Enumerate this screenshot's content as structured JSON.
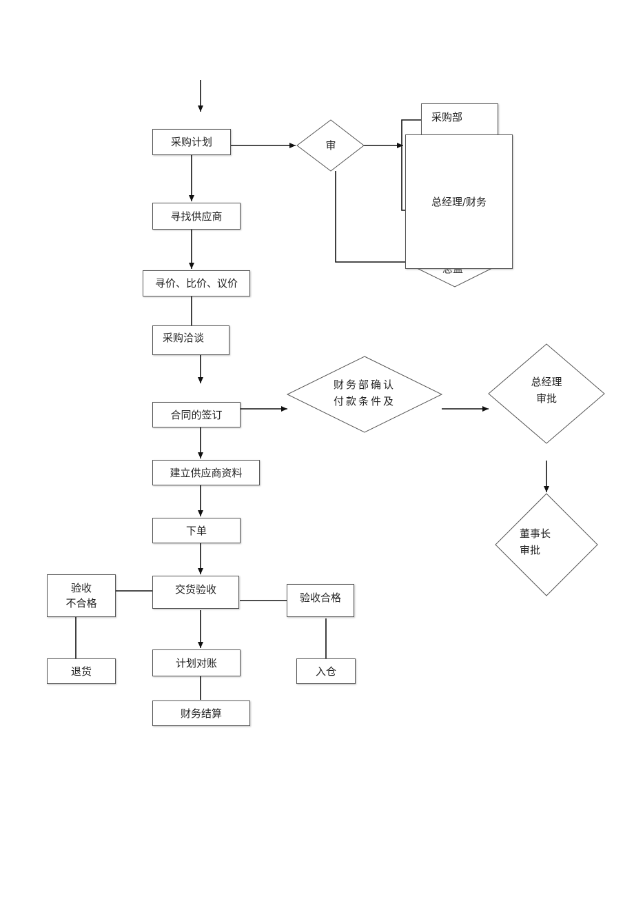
{
  "nodes": {
    "purchase_plan": "采购计划",
    "find_supplier": "寻找供应商",
    "price_compare": "寻价、比价、议价",
    "purchase_negotiation": "采购洽谈",
    "contract_signing": "合同的签订",
    "supplier_profile": "建立供应商资料",
    "place_order": "下单",
    "delivery_inspection": "交货验收",
    "inspection_failed": "验收\n不合格",
    "return_goods": "退货",
    "inspection_passed": "验收合格",
    "warehousing": "入仓",
    "reconciliation": "计划对账",
    "financial_settlement": "财务结算"
  },
  "decisions": {
    "review": "审",
    "finance_confirm": "财务部确认\n付款条件及",
    "gm_approval": "总经理\n审批",
    "chairman_approval": "董事长\n审批",
    "partial_hidden": "总监"
  },
  "documents": {
    "purchasing_dept": "采购部",
    "gm_finance": "总经理/财务"
  }
}
